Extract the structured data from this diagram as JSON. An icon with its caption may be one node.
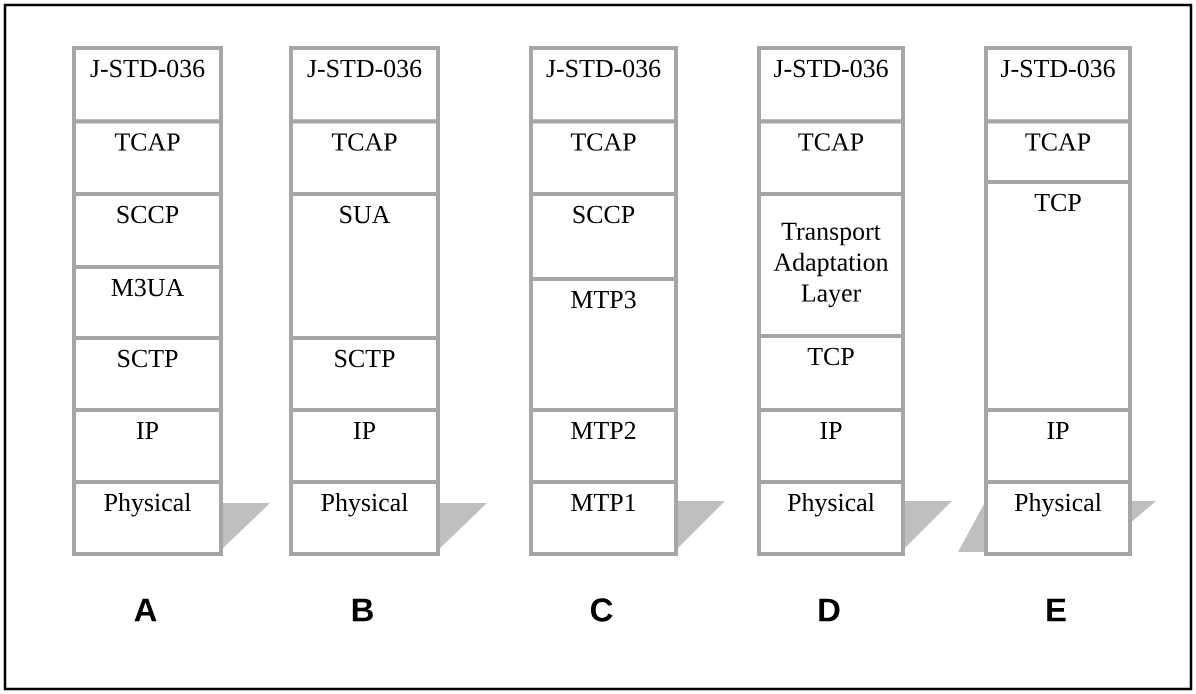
{
  "diagram": {
    "nodes": [
      {
        "text": [
          "J-STD-036"
        ]
      },
      {
        "text": [
          "TCAP"
        ]
      },
      {
        "text": [
          "SCCP"
        ]
      },
      {
        "text": [
          "M3UA"
        ]
      },
      {
        "text": [
          "SCTP"
        ]
      },
      {
        "text": [
          "IP"
        ]
      },
      {
        "text": [
          "Physical"
        ]
      },
      {
        "text": [
          "J-STD-036"
        ]
      },
      {
        "text": [
          "TCAP"
        ]
      },
      {
        "text": [
          "SUA"
        ]
      },
      {
        "text": [
          "SCTP"
        ]
      },
      {
        "text": [
          "IP"
        ]
      },
      {
        "text": [
          "Physical"
        ]
      },
      {
        "text": [
          "J-STD-036"
        ]
      },
      {
        "text": [
          "TCAP"
        ]
      },
      {
        "text": [
          "SCCP"
        ]
      },
      {
        "text": [
          "MTP3"
        ]
      },
      {
        "text": [
          "MTP2"
        ]
      },
      {
        "text": [
          "MTP1"
        ]
      },
      {
        "text": [
          "J-STD-036"
        ]
      },
      {
        "text": [
          "TCAP"
        ]
      },
      {
        "text": [
          "Transport Adaptation Layer"
        ]
      },
      {
        "text": [
          "TCP"
        ]
      },
      {
        "text": [
          "IP"
        ]
      },
      {
        "text": [
          "Physical"
        ]
      },
      {
        "text": [
          "J-STD-036"
        ]
      },
      {
        "text": [
          "TCAP"
        ]
      },
      {
        "text": [
          "TCP"
        ]
      },
      {
        "text": [
          "IP"
        ]
      },
      {
        "text": [
          "Physical"
        ]
      }
    ],
    "labels": [
      "A",
      "B",
      "C",
      "D",
      "E"
    ]
  }
}
